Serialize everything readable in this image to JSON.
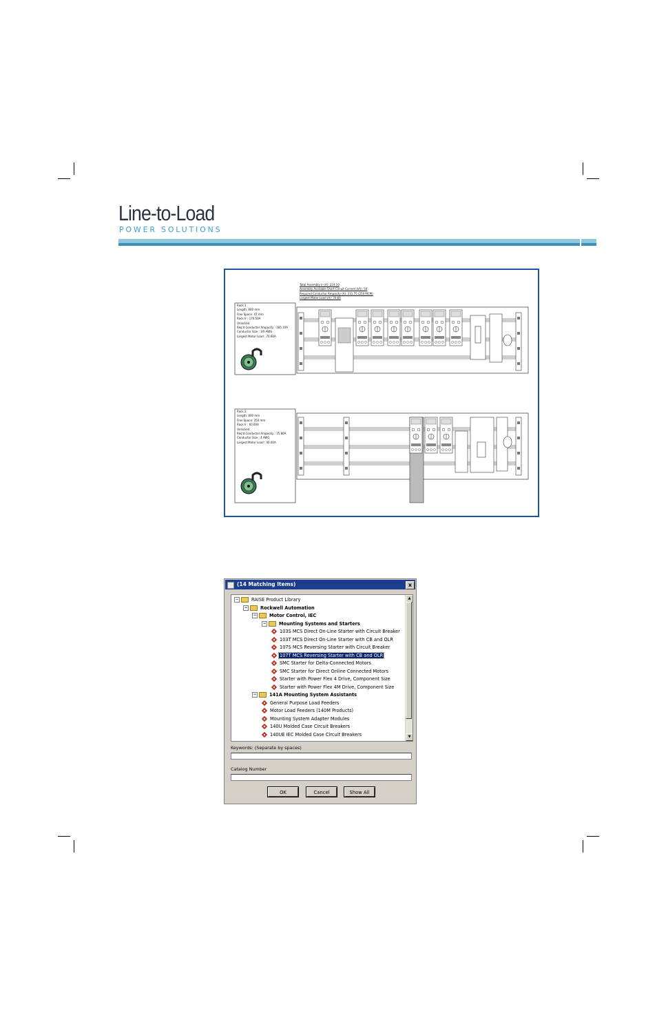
{
  "header": {
    "logo_title": "Line-to-Load",
    "logo_subtitle": "POWER SOLUTIONS"
  },
  "figure": {
    "summary_lines": [
      "Total Assembly Ir (A): 224.10",
      "Assembly Available Short Circuit Current (kA): 50",
      "Required Conductor Ampacity (A): 231.75 (250 MCM)",
      "Largest Motor Load (A): 70.60"
    ],
    "rack1_lines": [
      "Rack 1",
      "Length: 800 mm",
      "Free Space: 47 mm",
      "Rack Ir : 170.50A",
      "Unlocked",
      "Req'd Conductor Ampacity : 185.10A",
      "Conductor Size : 3/0 AWG",
      "Largest Motor Load : 70.60A"
    ],
    "rack2_lines": [
      "Rack 2",
      "Length: 800 mm",
      "Free Space: 350 mm",
      "Rack Ir : 60.60A",
      "Unlocked",
      "Req'd Conductor Ampacity : 75.80A",
      "Conductor Size : 4 AWG",
      "Largest Motor Load : 40.00A"
    ],
    "lock_icon": "unlocked-padlock-icon",
    "border_color": "#1a55a3"
  },
  "dialog": {
    "title": "(14 Matching Items)",
    "close_label": "x",
    "tree": [
      {
        "label": "RAISE Product Library",
        "level": 0,
        "kind": "folder",
        "expander": "−",
        "bold": false,
        "selected": false
      },
      {
        "label": "Rockwell Automation",
        "level": 1,
        "kind": "folder",
        "expander": "−",
        "bold": true,
        "selected": false
      },
      {
        "label": "Motor Control, IEC",
        "level": 2,
        "kind": "folder",
        "expander": "−",
        "bold": true,
        "selected": false
      },
      {
        "label": "Mounting Systems and Starters",
        "level": 3,
        "kind": "folder",
        "expander": "−",
        "bold": true,
        "selected": false
      },
      {
        "label": "103S MCS Direct On-Line Starter with Circuit Breaker",
        "level": 4,
        "kind": "item",
        "bold": false,
        "selected": false
      },
      {
        "label": "103T MCS Direct On-Line Starter with CB and OLR",
        "level": 4,
        "kind": "item",
        "bold": false,
        "selected": false
      },
      {
        "label": "107S MCS Reversing Starter with Circuit Breaker",
        "level": 4,
        "kind": "item",
        "bold": false,
        "selected": false
      },
      {
        "label": "107T MCS Reversing Starter with CB and OLR",
        "level": 4,
        "kind": "item",
        "bold": false,
        "selected": true
      },
      {
        "label": "SMC Starter for Delta-Connected Motors",
        "level": 4,
        "kind": "item",
        "bold": false,
        "selected": false
      },
      {
        "label": "SMC Starter for Direct Online Connected Motors",
        "level": 4,
        "kind": "item",
        "bold": false,
        "selected": false
      },
      {
        "label": "Starter with Power Flex 4 Drive, Component Size",
        "level": 4,
        "kind": "item",
        "bold": false,
        "selected": false
      },
      {
        "label": "Starter with Power Flex 4M Drive, Component Size",
        "level": 4,
        "kind": "item",
        "bold": false,
        "selected": false
      },
      {
        "label": "141A Mounting System Assistants",
        "level": 2,
        "kind": "folder",
        "expander": "−",
        "bold": true,
        "selected": false
      },
      {
        "label": "General Purpose Load Feeders",
        "level": 3,
        "kind": "item",
        "bold": false,
        "selected": false
      },
      {
        "label": "Motor Load Feeders (140M Products)",
        "level": 3,
        "kind": "item",
        "bold": false,
        "selected": false
      },
      {
        "label": "Mounting System Adapter Modules",
        "level": 3,
        "kind": "item",
        "bold": false,
        "selected": false
      },
      {
        "label": "140U Molded Case Circuit Breakers",
        "level": 3,
        "kind": "item",
        "bold": false,
        "selected": false
      },
      {
        "label": "140UE IEC Molded Case Circuit Breakers",
        "level": 3,
        "kind": "item",
        "bold": false,
        "selected": false
      }
    ],
    "keywords_label": "Keywords: (Separate by spaces)",
    "keywords_value": "",
    "catalog_label": "Catalog Number",
    "catalog_value": "",
    "buttons": {
      "ok": "OK",
      "cancel": "Cancel",
      "show_all": "Show All"
    }
  }
}
